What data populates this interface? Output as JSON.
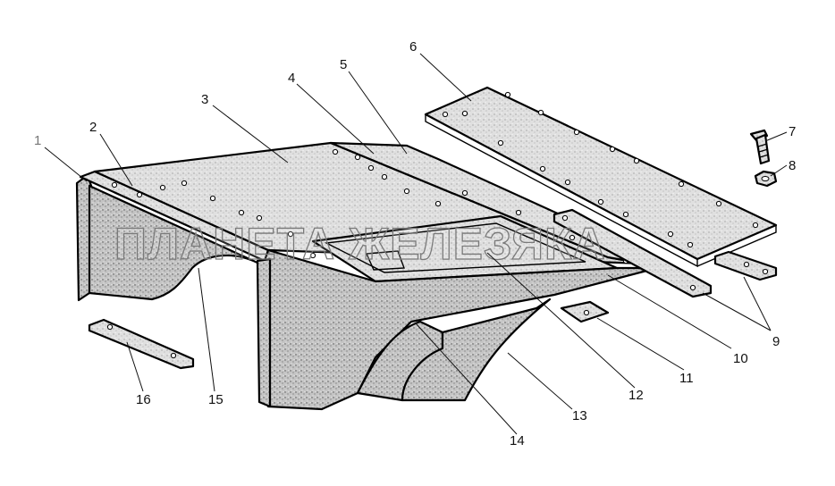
{
  "watermark": "ПЛАНЕТА ЖЕЛЕЗЯКА",
  "colors": {
    "line": "#000000",
    "stipple": "#c9c9c9",
    "light_stipple": "#e2e2e2",
    "background": "#ffffff"
  },
  "callouts": [
    {
      "id": "1",
      "label": "1"
    },
    {
      "id": "2",
      "label": "2"
    },
    {
      "id": "3",
      "label": "3"
    },
    {
      "id": "4",
      "label": "4"
    },
    {
      "id": "5",
      "label": "5"
    },
    {
      "id": "6",
      "label": "6"
    },
    {
      "id": "7",
      "label": "7"
    },
    {
      "id": "8",
      "label": "8"
    },
    {
      "id": "9",
      "label": "9"
    },
    {
      "id": "10",
      "label": "10"
    },
    {
      "id": "11",
      "label": "11"
    },
    {
      "id": "12",
      "label": "12"
    },
    {
      "id": "13",
      "label": "13"
    },
    {
      "id": "14",
      "label": "14"
    },
    {
      "id": "15",
      "label": "15"
    },
    {
      "id": "16",
      "label": "16"
    }
  ]
}
